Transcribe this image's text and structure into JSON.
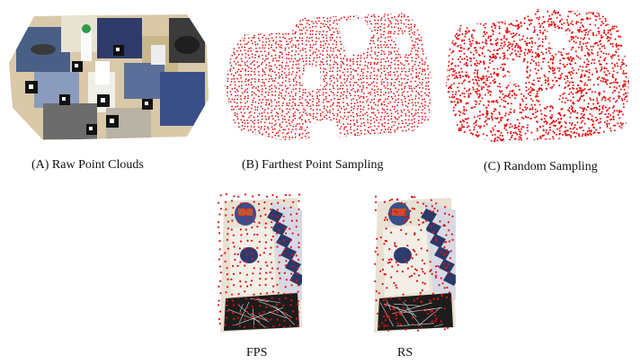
{
  "figure": {
    "panel_a": {
      "caption": "(A) Raw Point Clouds"
    },
    "panel_b": {
      "caption": "(B) Farthest Point Sampling",
      "point_color": "#e41010"
    },
    "panel_c": {
      "caption": "(C) Random Sampling",
      "point_color": "#e41010"
    },
    "crop_fps": {
      "caption": "FPS"
    },
    "crop_rs": {
      "caption": "RS"
    }
  }
}
